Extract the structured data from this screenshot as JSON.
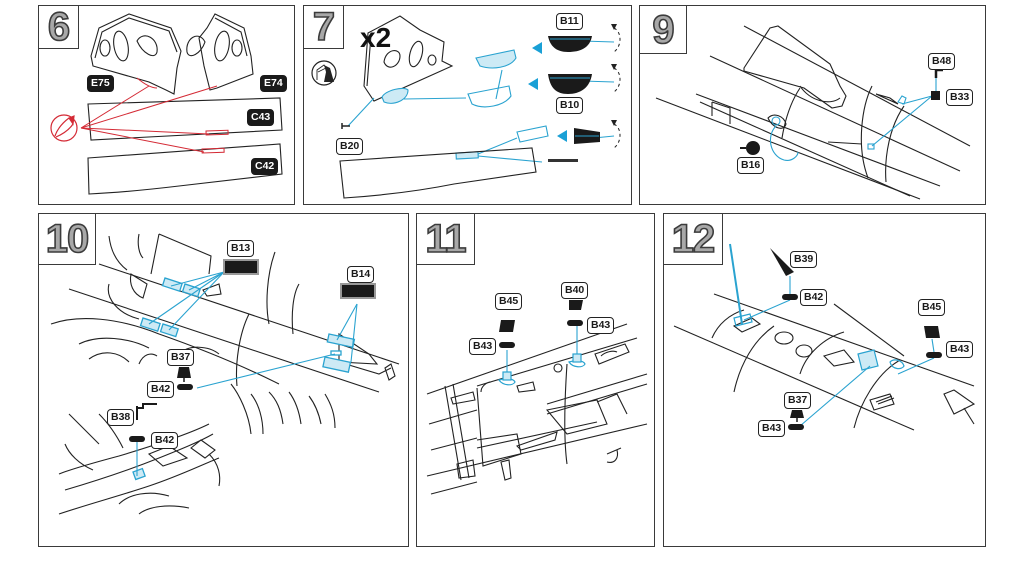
{
  "document": {
    "type": "model kit photo-etch instruction sheet",
    "colors": {
      "outline": "#222222",
      "photo_etch_highlight": "#2aa3d0",
      "remove_part_red": "#d42a35",
      "step_number_fill": "#a8a8a8",
      "part_black": "#1a1a1a"
    }
  },
  "steps": [
    {
      "number": "6",
      "labels": {
        "e75": "E75",
        "e74": "E74",
        "c43": "C43",
        "c42": "C42"
      },
      "icons": [
        "cut-remove-detail-icon"
      ]
    },
    {
      "number": "7",
      "multiplier": "x2",
      "labels": {
        "b11": "B11",
        "b10": "B10",
        "b20": "B20"
      },
      "icons": [
        "bend-photo-etch-icon",
        "bend-arrow-icon"
      ]
    },
    {
      "number": "9",
      "labels": {
        "b48": "B48",
        "b33": "B33",
        "b16": "B16"
      }
    },
    {
      "number": "10",
      "labels": {
        "b13": "B13",
        "b14": "B14",
        "b37": "B37",
        "b42a": "B42",
        "b38": "B38",
        "b42b": "B42"
      }
    },
    {
      "number": "11",
      "labels": {
        "b45": "B45",
        "b43a": "B43",
        "b40": "B40",
        "b43b": "B43"
      }
    },
    {
      "number": "12",
      "labels": {
        "b39": "B39",
        "b42": "B42",
        "b45": "B45",
        "b43a": "B43",
        "b37": "B37",
        "b43b": "B43"
      }
    }
  ]
}
